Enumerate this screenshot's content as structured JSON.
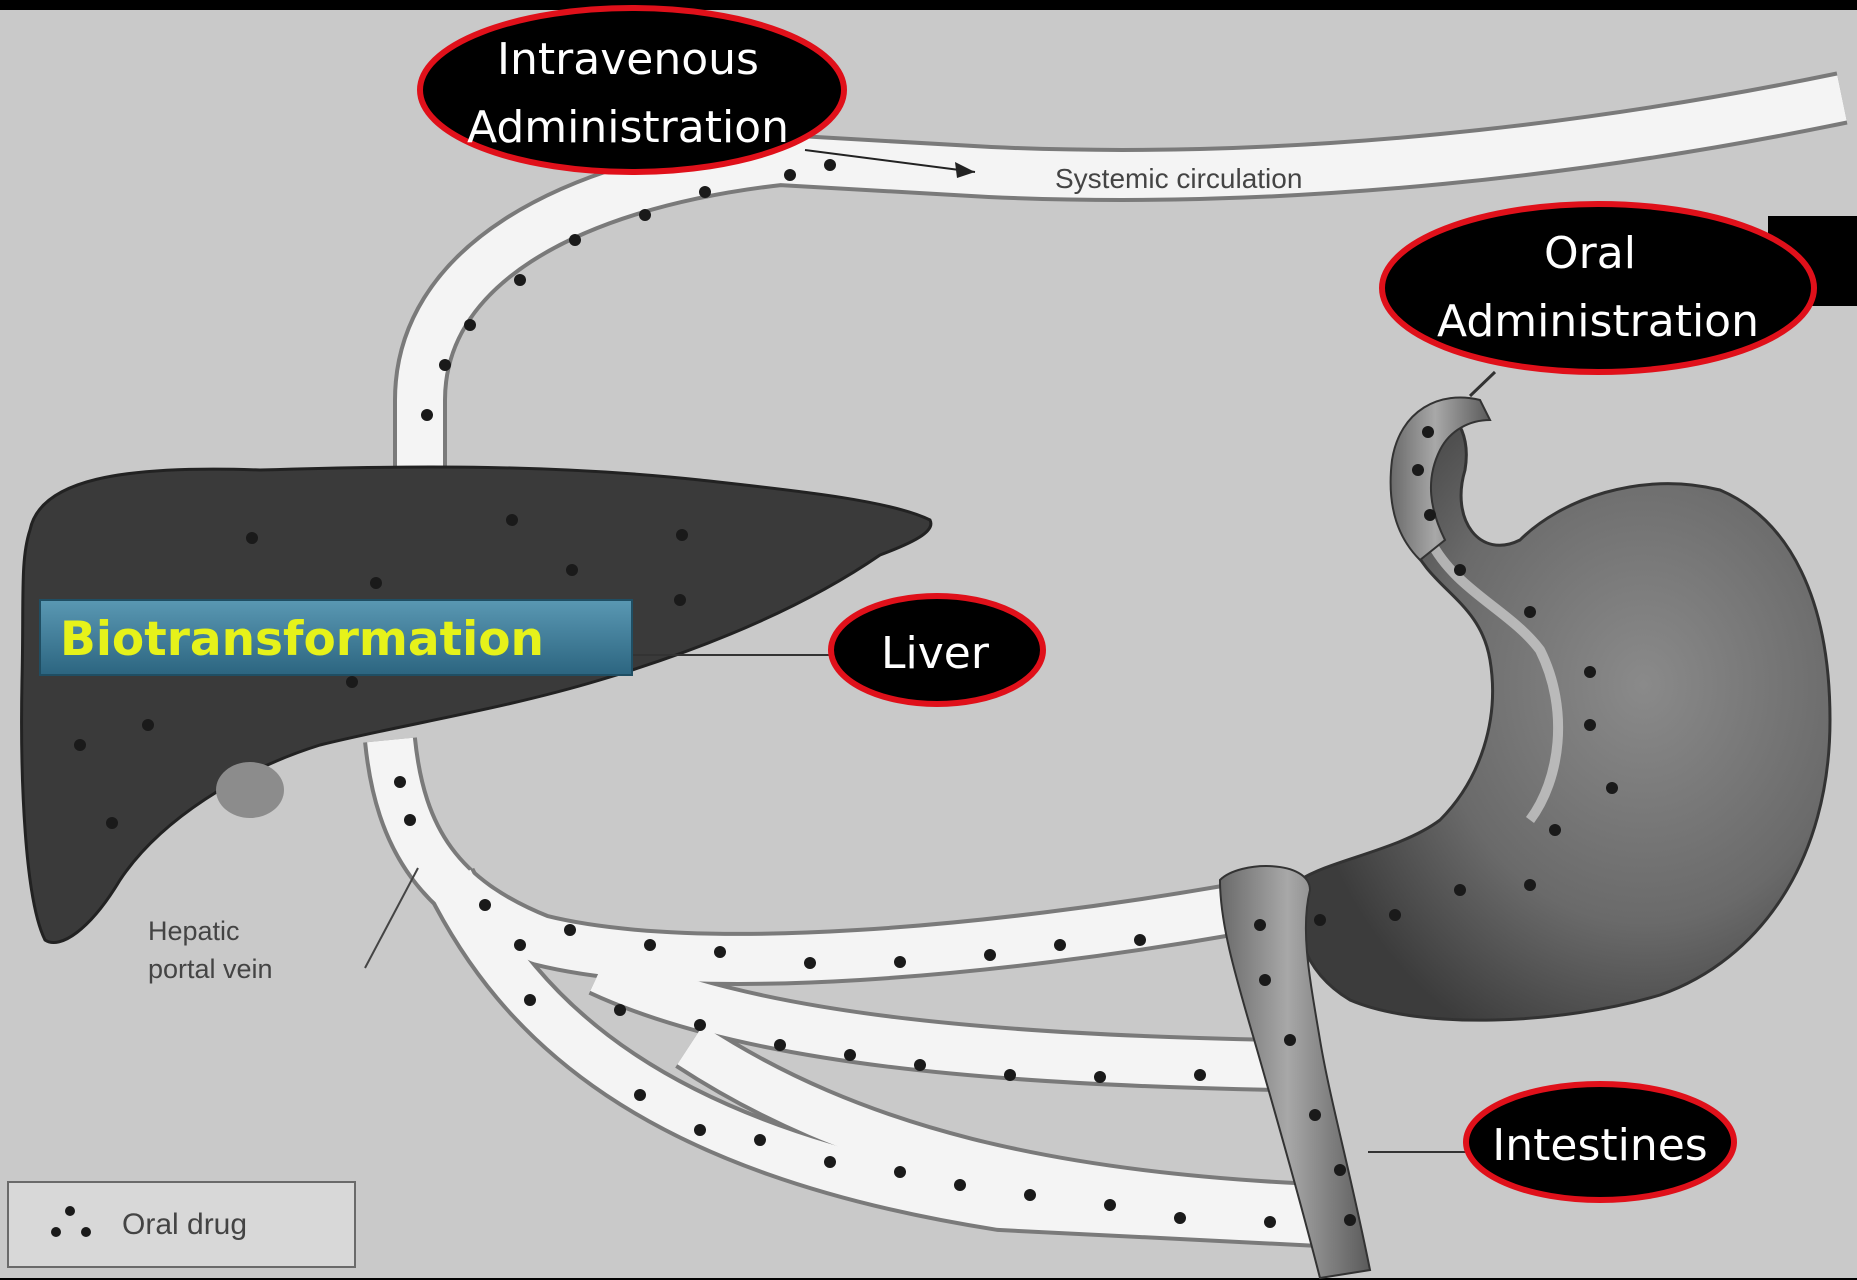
{
  "labels": {
    "intravenous_line1": "Intravenous",
    "intravenous_line2": "Administration",
    "oral_line1": "Oral",
    "oral_line2": "Administration",
    "liver": "Liver",
    "intestines": "Intestines",
    "biotransformation": "Biotransformation",
    "systemic_circulation": "Systemic circulation",
    "hepatic_line1": "Hepatic",
    "hepatic_line2": "portal vein",
    "legend": "Oral drug"
  },
  "colors": {
    "background": "#c9c9c9",
    "frame": "#000000",
    "oval_fill": "#000000",
    "oval_border": "#e0101a",
    "vessel": "#f4f4f4",
    "liver": "#3a3a3a",
    "stomach": "#6e6e6e",
    "biotransformation_box": "#3d7d98",
    "biotransformation_text": "#e6f21a"
  }
}
